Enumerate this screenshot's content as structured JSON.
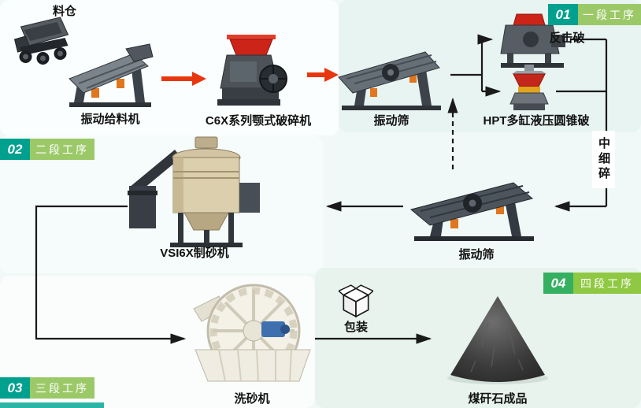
{
  "stages": {
    "stage1": {
      "num": "01",
      "label": "一段工序"
    },
    "stage2": {
      "num": "02",
      "label": "二段工序"
    },
    "stage3": {
      "num": "03",
      "label": "三段工序"
    },
    "stage4": {
      "num": "04",
      "label": "四段工序"
    }
  },
  "nodes": {
    "silo": {
      "label": "料仓"
    },
    "feeder": {
      "label": "振动给料机"
    },
    "jaw_crusher": {
      "label": "C6X系列颚式破碎机"
    },
    "screen1": {
      "label": "振动筛"
    },
    "impact_crusher": {
      "label": "反击破"
    },
    "cone_crusher": {
      "label": "HPT多缸液压圆锥破"
    },
    "mid_fine_crushing": {
      "label": "中细碎"
    },
    "sand_maker": {
      "label": "VSI6X制砂机"
    },
    "screen2": {
      "label": "振动筛"
    },
    "sand_washer": {
      "label": "洗砂机"
    },
    "packaging": {
      "label": "包装"
    },
    "product": {
      "label": "煤矸石成品"
    }
  },
  "icons": {
    "machines": [
      "dump-truck-icon",
      "vibrating-feeder-icon",
      "jaw-crusher-icon",
      "vibrating-screen-icon",
      "impact-crusher-icon",
      "cone-crusher-icon",
      "vsi-sand-maker-icon",
      "vibrating-screen-2-icon",
      "sand-washer-icon",
      "package-box-icon",
      "product-pile-icon"
    ]
  },
  "colors": {
    "background": "#f0f9f7",
    "stage_number_bg": "#00a08f",
    "stage_label_bg": "#9cc968",
    "stage4_number_bg": "#35b061",
    "stage4_label_bg": "#8fc842",
    "arrow_red": "#e8370e",
    "arrow_dark": "#1a1a1a",
    "accent_bar": "#2ab5a5"
  }
}
